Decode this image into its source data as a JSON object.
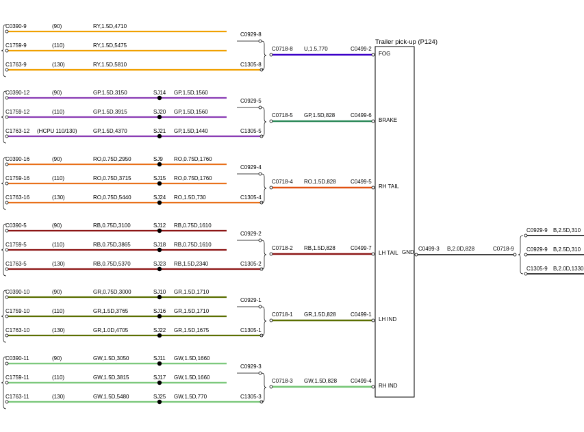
{
  "module": {
    "title": "Trailer pick-up (P124)"
  },
  "groups": [
    {
      "id": "fog",
      "wires": [
        {
          "conn": "C0390-9",
          "variant": "(90)",
          "spec": "RY,1.5D,4710",
          "splice": "",
          "out_spec": "",
          "end": ""
        },
        {
          "conn": "C1759-9",
          "variant": "(110)",
          "spec": "RY,1.5D,5475",
          "splice": "",
          "out_spec": "",
          "end": ""
        },
        {
          "conn": "C1763-9",
          "variant": "(130)",
          "spec": "RY,1.5D,5810",
          "splice": "",
          "out_spec": "",
          "end": "C1305-8"
        }
      ],
      "mid_connector": "C0929-8",
      "link": {
        "from": "C0718-8",
        "spec": "U,1.5,770",
        "to": "C0499-2",
        "pin": "FOG"
      },
      "colors": {
        "wire": "#f0a000",
        "wire_stripe": "",
        "link": "#3b00c8"
      }
    },
    {
      "id": "brake",
      "wires": [
        {
          "conn": "C0390-12",
          "variant": "(90)",
          "spec": "GP,1.5D,3150",
          "splice": "SJ14",
          "out_spec": "GP,1.5D,1560",
          "end": ""
        },
        {
          "conn": "C1759-12",
          "variant": "(110)",
          "spec": "GP,1.5D,3915",
          "splice": "SJ20",
          "out_spec": "GP,1.5D,1560",
          "end": ""
        },
        {
          "conn": "C1763-12",
          "variant": "(HCPU 110/130)",
          "spec": "GP,1.5D,4370",
          "splice": "SJ21",
          "out_spec": "GP,1.5D,1440",
          "end": "C1305-5"
        }
      ],
      "mid_connector": "C0929-5",
      "link": {
        "from": "C0718-5",
        "spec": "GP,1.5D,828",
        "to": "C0499-6",
        "pin": "BRAKE"
      },
      "colors": {
        "wire": "#8a3cb4",
        "wire_stripe": "",
        "link": "#2e8a5a"
      }
    },
    {
      "id": "rh-tail",
      "wires": [
        {
          "conn": "C0390-16",
          "variant": "(90)",
          "spec": "RO,0.75D,2950",
          "splice": "SJ9",
          "out_spec": "RO,0.75D,1760",
          "end": ""
        },
        {
          "conn": "C1759-16",
          "variant": "(110)",
          "spec": "RO,0.75D,3715",
          "splice": "SJ15",
          "out_spec": "RO,0.75D,1760",
          "end": ""
        },
        {
          "conn": "C1763-16",
          "variant": "(130)",
          "spec": "RO,0.75D,5440",
          "splice": "SJ24",
          "out_spec": "RO,1.5D,730",
          "end": "C1305-4"
        }
      ],
      "mid_connector": "C0929-4",
      "link": {
        "from": "C0718-4",
        "spec": "RO,1.5D,828",
        "to": "C0499-5",
        "pin": "RH TAIL"
      },
      "colors": {
        "wire": "#e8701a",
        "wire_stripe": "",
        "link": "#e05010"
      }
    },
    {
      "id": "lh-tail",
      "wires": [
        {
          "conn": "C0390-5",
          "variant": "(90)",
          "spec": "RB,0.75D,3100",
          "splice": "SJ12",
          "out_spec": "RB,0.75D,1610",
          "end": ""
        },
        {
          "conn": "C1759-5",
          "variant": "(110)",
          "spec": "RB,0.75D,3865",
          "splice": "SJ18",
          "out_spec": "RB,0.75D,1610",
          "end": ""
        },
        {
          "conn": "C1763-5",
          "variant": "(130)",
          "spec": "RB,0.75D,5370",
          "splice": "SJ23",
          "out_spec": "RB,1.5D,2340",
          "end": "C1305-2"
        }
      ],
      "mid_connector": "C0929-2",
      "link": {
        "from": "C0718-2",
        "spec": "RB,1.5D,828",
        "to": "C0499-7",
        "pin": "LH TAIL"
      },
      "colors": {
        "wire": "#8c1414",
        "wire_stripe": "",
        "link": "#8c1414"
      }
    },
    {
      "id": "lh-ind",
      "wires": [
        {
          "conn": "C0390-10",
          "variant": "(90)",
          "spec": "GR,0.75D,3000",
          "splice": "SJ10",
          "out_spec": "GR,1.5D,1710",
          "end": ""
        },
        {
          "conn": "C1759-10",
          "variant": "(110)",
          "spec": "GR,1.5D,3765",
          "splice": "SJ16",
          "out_spec": "GR,1.5D,1710",
          "end": ""
        },
        {
          "conn": "C1763-10",
          "variant": "(130)",
          "spec": "GR,1.0D,4705",
          "splice": "SJ22",
          "out_spec": "GR,1.5D,1675",
          "end": "C1305-1"
        }
      ],
      "mid_connector": "C0929-1",
      "link": {
        "from": "C0718-1",
        "spec": "GR,1.5D,828",
        "to": "C0499-1",
        "pin": "LH IND"
      },
      "colors": {
        "wire": "#5a6e00",
        "wire_stripe": "",
        "link": "#5a6e00"
      }
    },
    {
      "id": "rh-ind",
      "wires": [
        {
          "conn": "C0390-11",
          "variant": "(90)",
          "spec": "GW,1.5D,3050",
          "splice": "SJ11",
          "out_spec": "GW,1.5D,1660",
          "end": ""
        },
        {
          "conn": "C1759-11",
          "variant": "(110)",
          "spec": "GW,1.5D,3815",
          "splice": "SJ17",
          "out_spec": "GW,1.5D,1660",
          "end": ""
        },
        {
          "conn": "C1763-11",
          "variant": "(130)",
          "spec": "GW,1.5D,5480",
          "splice": "SJ25",
          "out_spec": "GW,1.5D,770",
          "end": "C1305-3"
        }
      ],
      "mid_connector": "C0929-3",
      "link": {
        "from": "C0718-3",
        "spec": "GW,1.5D,828",
        "to": "C0499-4",
        "pin": "RH IND"
      },
      "colors": {
        "wire": "#2ea82e",
        "wire_stripe": "#ffffff",
        "link": "#2ea82e"
      }
    }
  ],
  "ground": {
    "pin": "GND",
    "from": "C0499-3",
    "spec": "B,2.0D,828",
    "to": "C0718-9",
    "branches": [
      {
        "conn": "C0929-9",
        "spec": "B,2.5D,310"
      },
      {
        "conn": "C0929-9",
        "spec": "B,2.5D,310"
      },
      {
        "conn": "C1305-9",
        "spec": "B,2.0D,1330"
      }
    ],
    "colors": {
      "wire": "#000000"
    }
  }
}
